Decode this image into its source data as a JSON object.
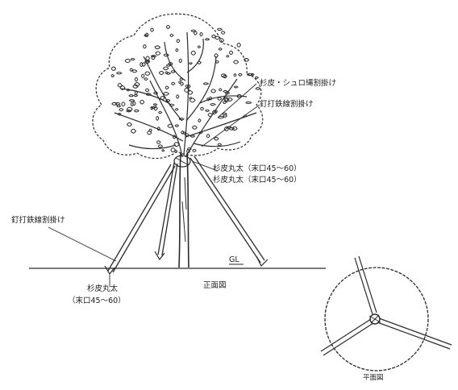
{
  "labels": {
    "bark_palm_rope": "杉皮・シュロ縄割掛け",
    "nail_wire_top": "釘打鉄線割掛け",
    "log_1": "杉皮丸太（末口45～60）",
    "log_2": "杉皮丸太（末口45～60）",
    "nail_wire_left": "釘打鉄線割掛け",
    "stake_1": "杉皮丸太",
    "stake_2": "（末口45～60）",
    "gl": "GL",
    "front_view": "正面図",
    "plan_view": "平面図"
  }
}
